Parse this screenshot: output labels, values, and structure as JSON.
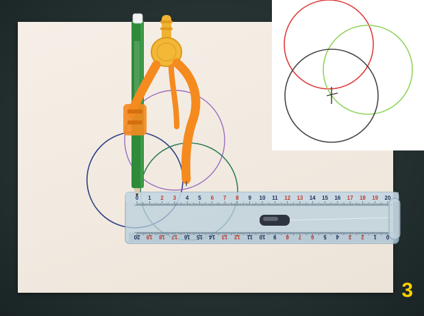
{
  "step_number": "3",
  "colors": {
    "background": "#222d2e",
    "paper": "#f3ebe1",
    "circle_navy": "#2b3f86",
    "circle_purple": "#9a6cc0",
    "circle_green": "#2f7d5a",
    "inset_red": "#e03a3a",
    "inset_green": "#8fd35a",
    "inset_black": "#444444",
    "compass_orange": "#f58a1f",
    "pencil_green": "#2f8a3a",
    "step_label": "#ffd200"
  },
  "ruler": {
    "top_numbers": [
      "0",
      "1",
      "2",
      "3",
      "4",
      "5",
      "6",
      "7",
      "8",
      "9",
      "10",
      "11",
      "12",
      "13",
      "14",
      "15",
      "16",
      "17",
      "18",
      "19",
      "20"
    ],
    "bottom_numbers": [
      "20",
      "19",
      "18",
      "17",
      "16",
      "15",
      "14",
      "13",
      "12",
      "11",
      "10",
      "9",
      "8",
      "7",
      "6",
      "5",
      "4",
      "3",
      "2",
      "1",
      "0"
    ]
  }
}
